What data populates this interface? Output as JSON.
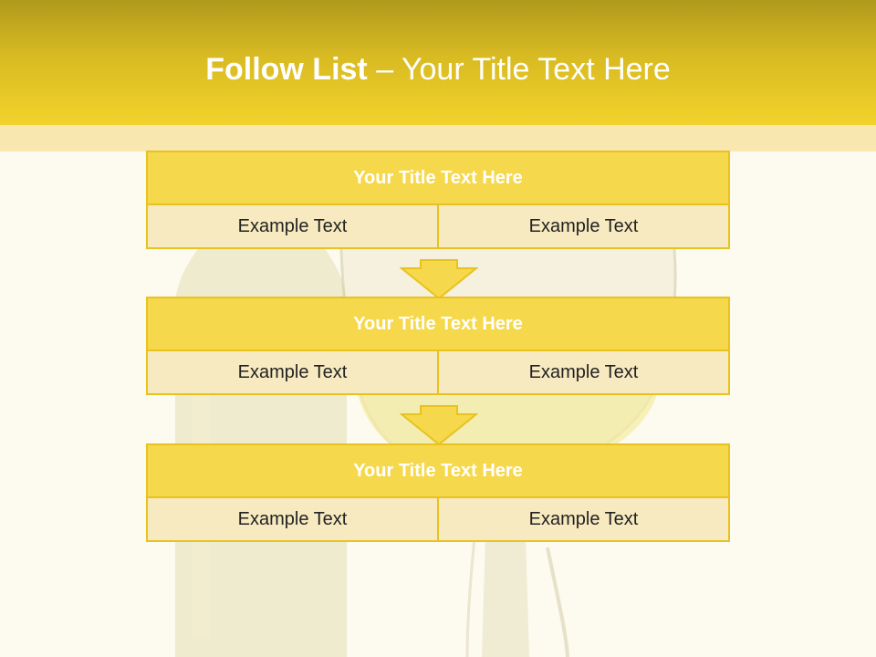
{
  "slide": {
    "title_bold": "Follow List",
    "title_rest": " – Your Title Text Here"
  },
  "blocks": [
    {
      "title": "Your Title Text Here",
      "left": "Example Text",
      "right": "Example Text"
    },
    {
      "title": "Your Title Text Here",
      "left": "Example Text",
      "right": "Example Text"
    },
    {
      "title": "Your Title Text Here",
      "left": "Example Text",
      "right": "Example Text"
    }
  ],
  "colors": {
    "accent": "#f2d32c",
    "header_dark": "#b09a1c",
    "block_title": "#f6d84c",
    "block_cell": "#f8eac0",
    "border": "#e8c21e"
  }
}
